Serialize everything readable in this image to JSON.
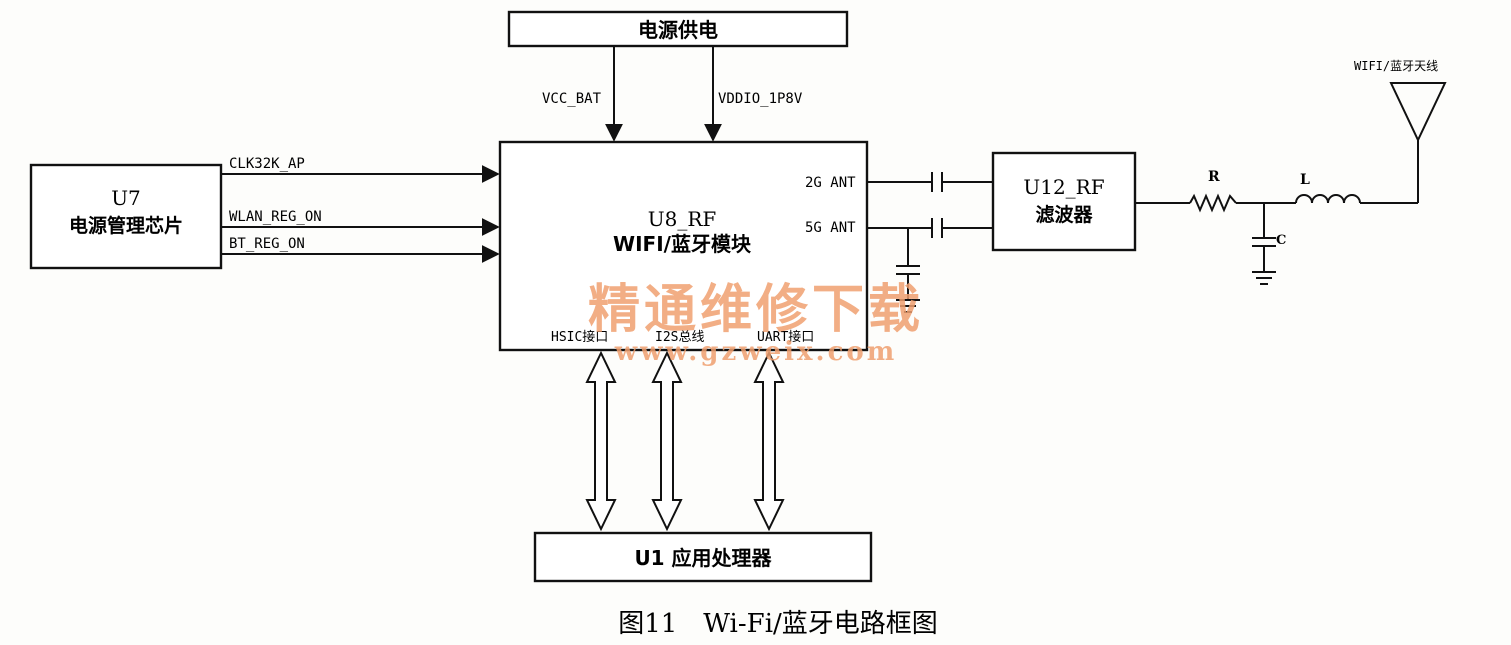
{
  "blocks": {
    "power_supply": "电源供电",
    "pmic_id": "U7",
    "pmic_name": "电源管理芯片",
    "rf_id": "U8_RF",
    "rf_name": "WIFI/蓝牙模块",
    "filter_id": "U12_RF",
    "filter_name": "滤波器",
    "ap": "U1 应用处理器"
  },
  "signals": {
    "vcc_bat": "VCC_BAT",
    "vddio": "VDDIO_1P8V",
    "clk": "CLK32K_AP",
    "wlan_reg": "WLAN_REG_ON",
    "bt_reg": "BT_REG_ON",
    "ant_2g": "2G ANT",
    "ant_5g": "5G ANT",
    "hsic": "HSIC接口",
    "i2s": "I2S总线",
    "uart": "UART接口"
  },
  "components": {
    "resistor": "R",
    "capacitor": "C",
    "inductor": "L",
    "antenna": "WIFI/蓝牙天线"
  },
  "watermark": {
    "line1": "精通维修下载",
    "line2": "www.gzweix.com",
    "color": "#f0a070"
  },
  "caption": "图11　Wi-Fi/蓝牙电路框图"
}
